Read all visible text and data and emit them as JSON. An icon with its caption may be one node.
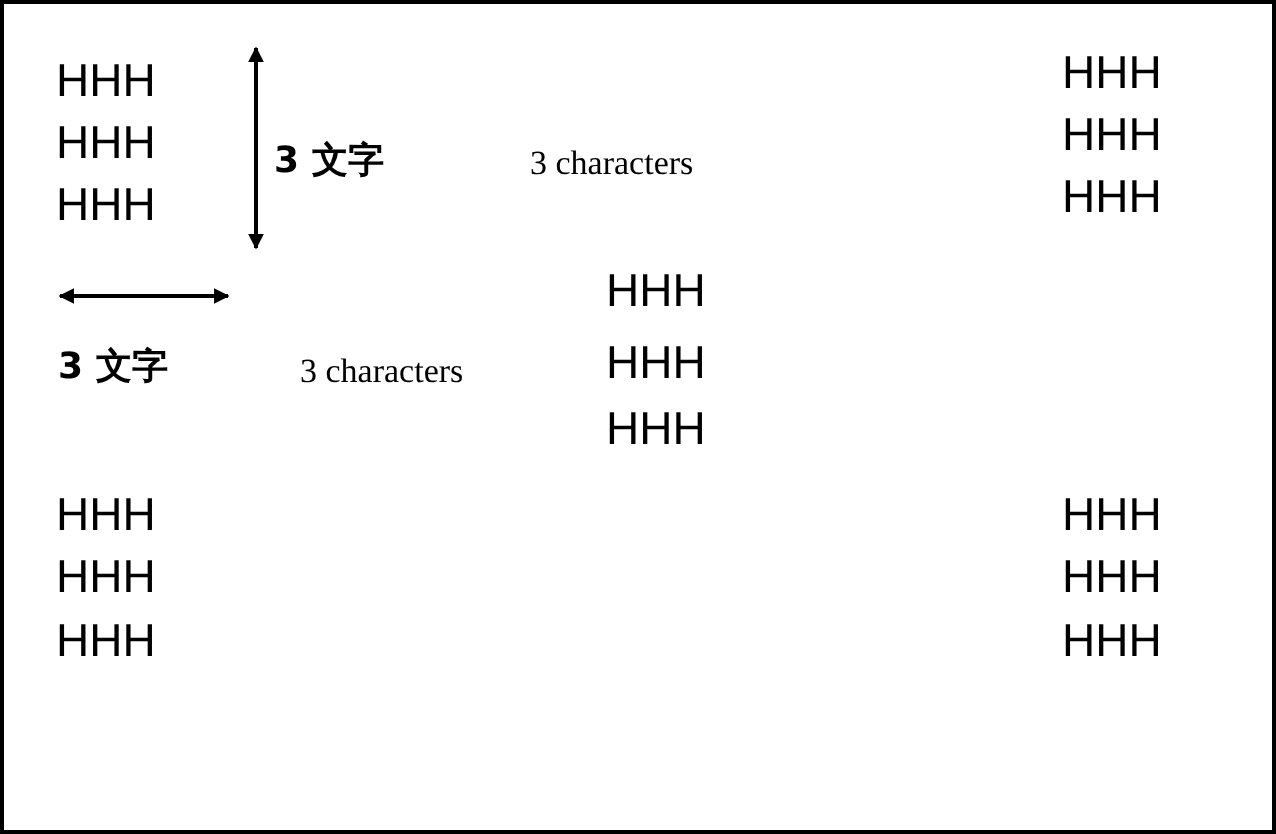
{
  "diagram": {
    "labels": [
      "HHH",
      "HHH",
      "HHH",
      "3 文字",
      "3 characters",
      "HHH",
      "HHH",
      "HHH",
      "HHH",
      "3 文字",
      "3 characters",
      "HHH",
      "HHH",
      "HHH",
      "HHH",
      "HHH",
      "HHH",
      "HHH",
      "HHH"
    ]
  }
}
